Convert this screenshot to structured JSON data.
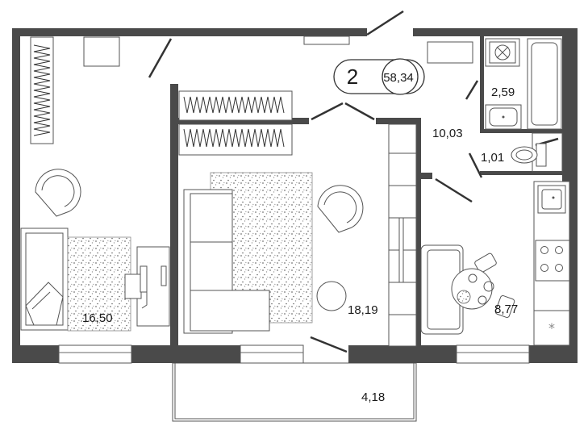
{
  "plan": {
    "rooms_count": "2",
    "total_area": "58,34",
    "rooms": [
      {
        "id": "bedroom",
        "area": "16,50"
      },
      {
        "id": "living",
        "area": "18,19"
      },
      {
        "id": "hall",
        "area": "10,03"
      },
      {
        "id": "bathroom",
        "area": "2,59"
      },
      {
        "id": "toilet",
        "area": "1,01"
      },
      {
        "id": "kitchen",
        "area": "8,77"
      },
      {
        "id": "balcony",
        "area": "4,18"
      }
    ],
    "colors": {
      "wall": "#4a4a4a",
      "line": "#555555",
      "background": "#ffffff"
    }
  }
}
